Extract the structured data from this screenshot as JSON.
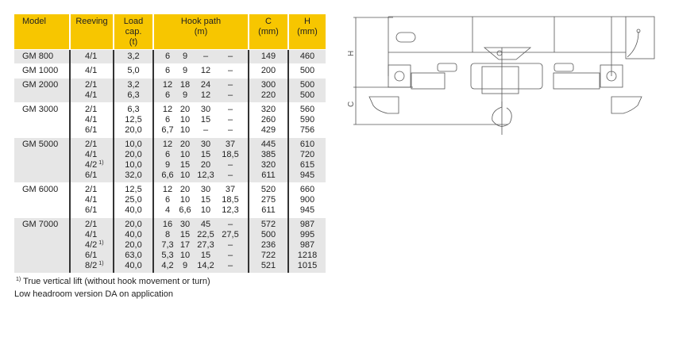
{
  "table": {
    "headers": {
      "model": "Model",
      "reeving": "Reeving",
      "load_cap": "Load cap.",
      "load_cap_unit": "(t)",
      "hook_path": "Hook path",
      "hook_path_unit": "(m)",
      "c": "C",
      "c_unit": "(mm)",
      "h": "H",
      "h_unit": "(mm)"
    },
    "header_color": "#f7c600",
    "models": [
      {
        "model": "GM 800",
        "lines": [
          {
            "reeving": "4/1",
            "fn": "",
            "load": "3,2",
            "hook": [
              "6",
              "9",
              "–",
              "–"
            ],
            "c": "149",
            "h": "460"
          }
        ]
      },
      {
        "model": "GM 1000",
        "lines": [
          {
            "reeving": "4/1",
            "fn": "",
            "load": "5,0",
            "hook": [
              "6",
              "9",
              "12",
              "–"
            ],
            "c": "200",
            "h": "500"
          }
        ]
      },
      {
        "model": "GM 2000",
        "lines": [
          {
            "reeving": "2/1",
            "fn": "",
            "load": "3,2",
            "hook": [
              "12",
              "18",
              "24",
              "–"
            ],
            "c": "300",
            "h": "500"
          },
          {
            "reeving": "4/1",
            "fn": "",
            "load": "6,3",
            "hook": [
              "6",
              "9",
              "12",
              "–"
            ],
            "c": "220",
            "h": "500"
          }
        ]
      },
      {
        "model": "GM 3000",
        "lines": [
          {
            "reeving": "2/1",
            "fn": "",
            "load": "6,3",
            "hook": [
              "12",
              "20",
              "30",
              "–"
            ],
            "c": "320",
            "h": "560"
          },
          {
            "reeving": "4/1",
            "fn": "",
            "load": "12,5",
            "hook": [
              "6",
              "10",
              "15",
              "–"
            ],
            "c": "260",
            "h": "590"
          },
          {
            "reeving": "6/1",
            "fn": "",
            "load": "20,0",
            "hook": [
              "6,7",
              "10",
              "–",
              "–"
            ],
            "c": "429",
            "h": "756"
          }
        ]
      },
      {
        "model": "GM 5000",
        "lines": [
          {
            "reeving": "2/1",
            "fn": "",
            "load": "10,0",
            "hook": [
              "12",
              "20",
              "30",
              "37"
            ],
            "c": "445",
            "h": "610"
          },
          {
            "reeving": "4/1",
            "fn": "",
            "load": "20,0",
            "hook": [
              "6",
              "10",
              "15",
              "18,5"
            ],
            "c": "385",
            "h": "720"
          },
          {
            "reeving": "4/2",
            "fn": "1)",
            "load": "10,0",
            "hook": [
              "9",
              "15",
              "20",
              "–"
            ],
            "c": "320",
            "h": "615"
          },
          {
            "reeving": "6/1",
            "fn": "",
            "load": "32,0",
            "hook": [
              "6,6",
              "10",
              "12,3",
              "–"
            ],
            "c": "611",
            "h": "945"
          }
        ]
      },
      {
        "model": "GM 6000",
        "lines": [
          {
            "reeving": "2/1",
            "fn": "",
            "load": "12,5",
            "hook": [
              "12",
              "20",
              "30",
              "37"
            ],
            "c": "520",
            "h": "660"
          },
          {
            "reeving": "4/1",
            "fn": "",
            "load": "25,0",
            "hook": [
              "6",
              "10",
              "15",
              "18,5"
            ],
            "c": "275",
            "h": "900"
          },
          {
            "reeving": "6/1",
            "fn": "",
            "load": "40,0",
            "hook": [
              "4",
              "6,6",
              "10",
              "12,3"
            ],
            "c": "611",
            "h": "945"
          }
        ]
      },
      {
        "model": "GM 7000",
        "lines": [
          {
            "reeving": "2/1",
            "fn": "",
            "load": "20,0",
            "hook": [
              "16",
              "30",
              "45",
              "–"
            ],
            "c": "572",
            "h": "987"
          },
          {
            "reeving": "4/1",
            "fn": "",
            "load": "40,0",
            "hook": [
              "8",
              "15",
              "22,5",
              "27,5"
            ],
            "c": "500",
            "h": "995"
          },
          {
            "reeving": "4/2",
            "fn": "1)",
            "load": "20,0",
            "hook": [
              "7,3",
              "17",
              "27,3",
              "–"
            ],
            "c": "236",
            "h": "987"
          },
          {
            "reeving": "6/1",
            "fn": "",
            "load": "63,0",
            "hook": [
              "5,3",
              "10",
              "15",
              "–"
            ],
            "c": "722",
            "h": "1218"
          },
          {
            "reeving": "8/2",
            "fn": "1)",
            "load": "40,0",
            "hook": [
              "4,2",
              "9",
              "14,2",
              "–"
            ],
            "c": "521",
            "h": "1015"
          }
        ]
      }
    ]
  },
  "footnotes": {
    "marker": "1)",
    "note1": "True vertical lift (without hook movement or turn)",
    "note2": "Low headroom version DA on application"
  },
  "drawing": {
    "label_h": "H",
    "label_c": "C"
  }
}
